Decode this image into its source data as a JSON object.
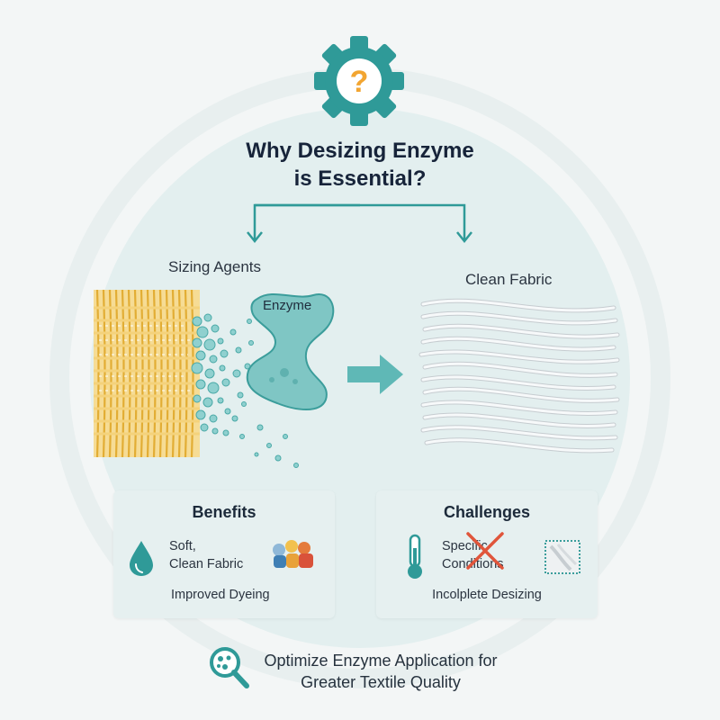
{
  "title": "Why Desizing Enzyme\nis Essential?",
  "labels": {
    "sizing_agents": "Sizing Agents",
    "enzyme": "Enzyme",
    "clean_fabric": "Clean Fabric"
  },
  "benefits": {
    "title": "Benefits",
    "item1": "Soft,\nClean Fabric",
    "item2": "Improved Dyeing"
  },
  "challenges": {
    "title": "Challenges",
    "item1": "Specific\nConditions",
    "item2": "Incolplete Desizing"
  },
  "footer": "Optimize Enzyme Application for\nGreater Textile Quality",
  "icons": {
    "header": "question-gear-icon",
    "benefit1": "water-drop-icon",
    "benefit2": "color-dyeing-icon",
    "challenge1": "thermometer-icon",
    "challenge2": "fabric-swatch-icon",
    "footer": "magnifier-icon"
  },
  "colors": {
    "teal": "#2f9a98",
    "orange": "#f2a531",
    "yarn": "#e7b84a",
    "cross": "#e0553b"
  }
}
